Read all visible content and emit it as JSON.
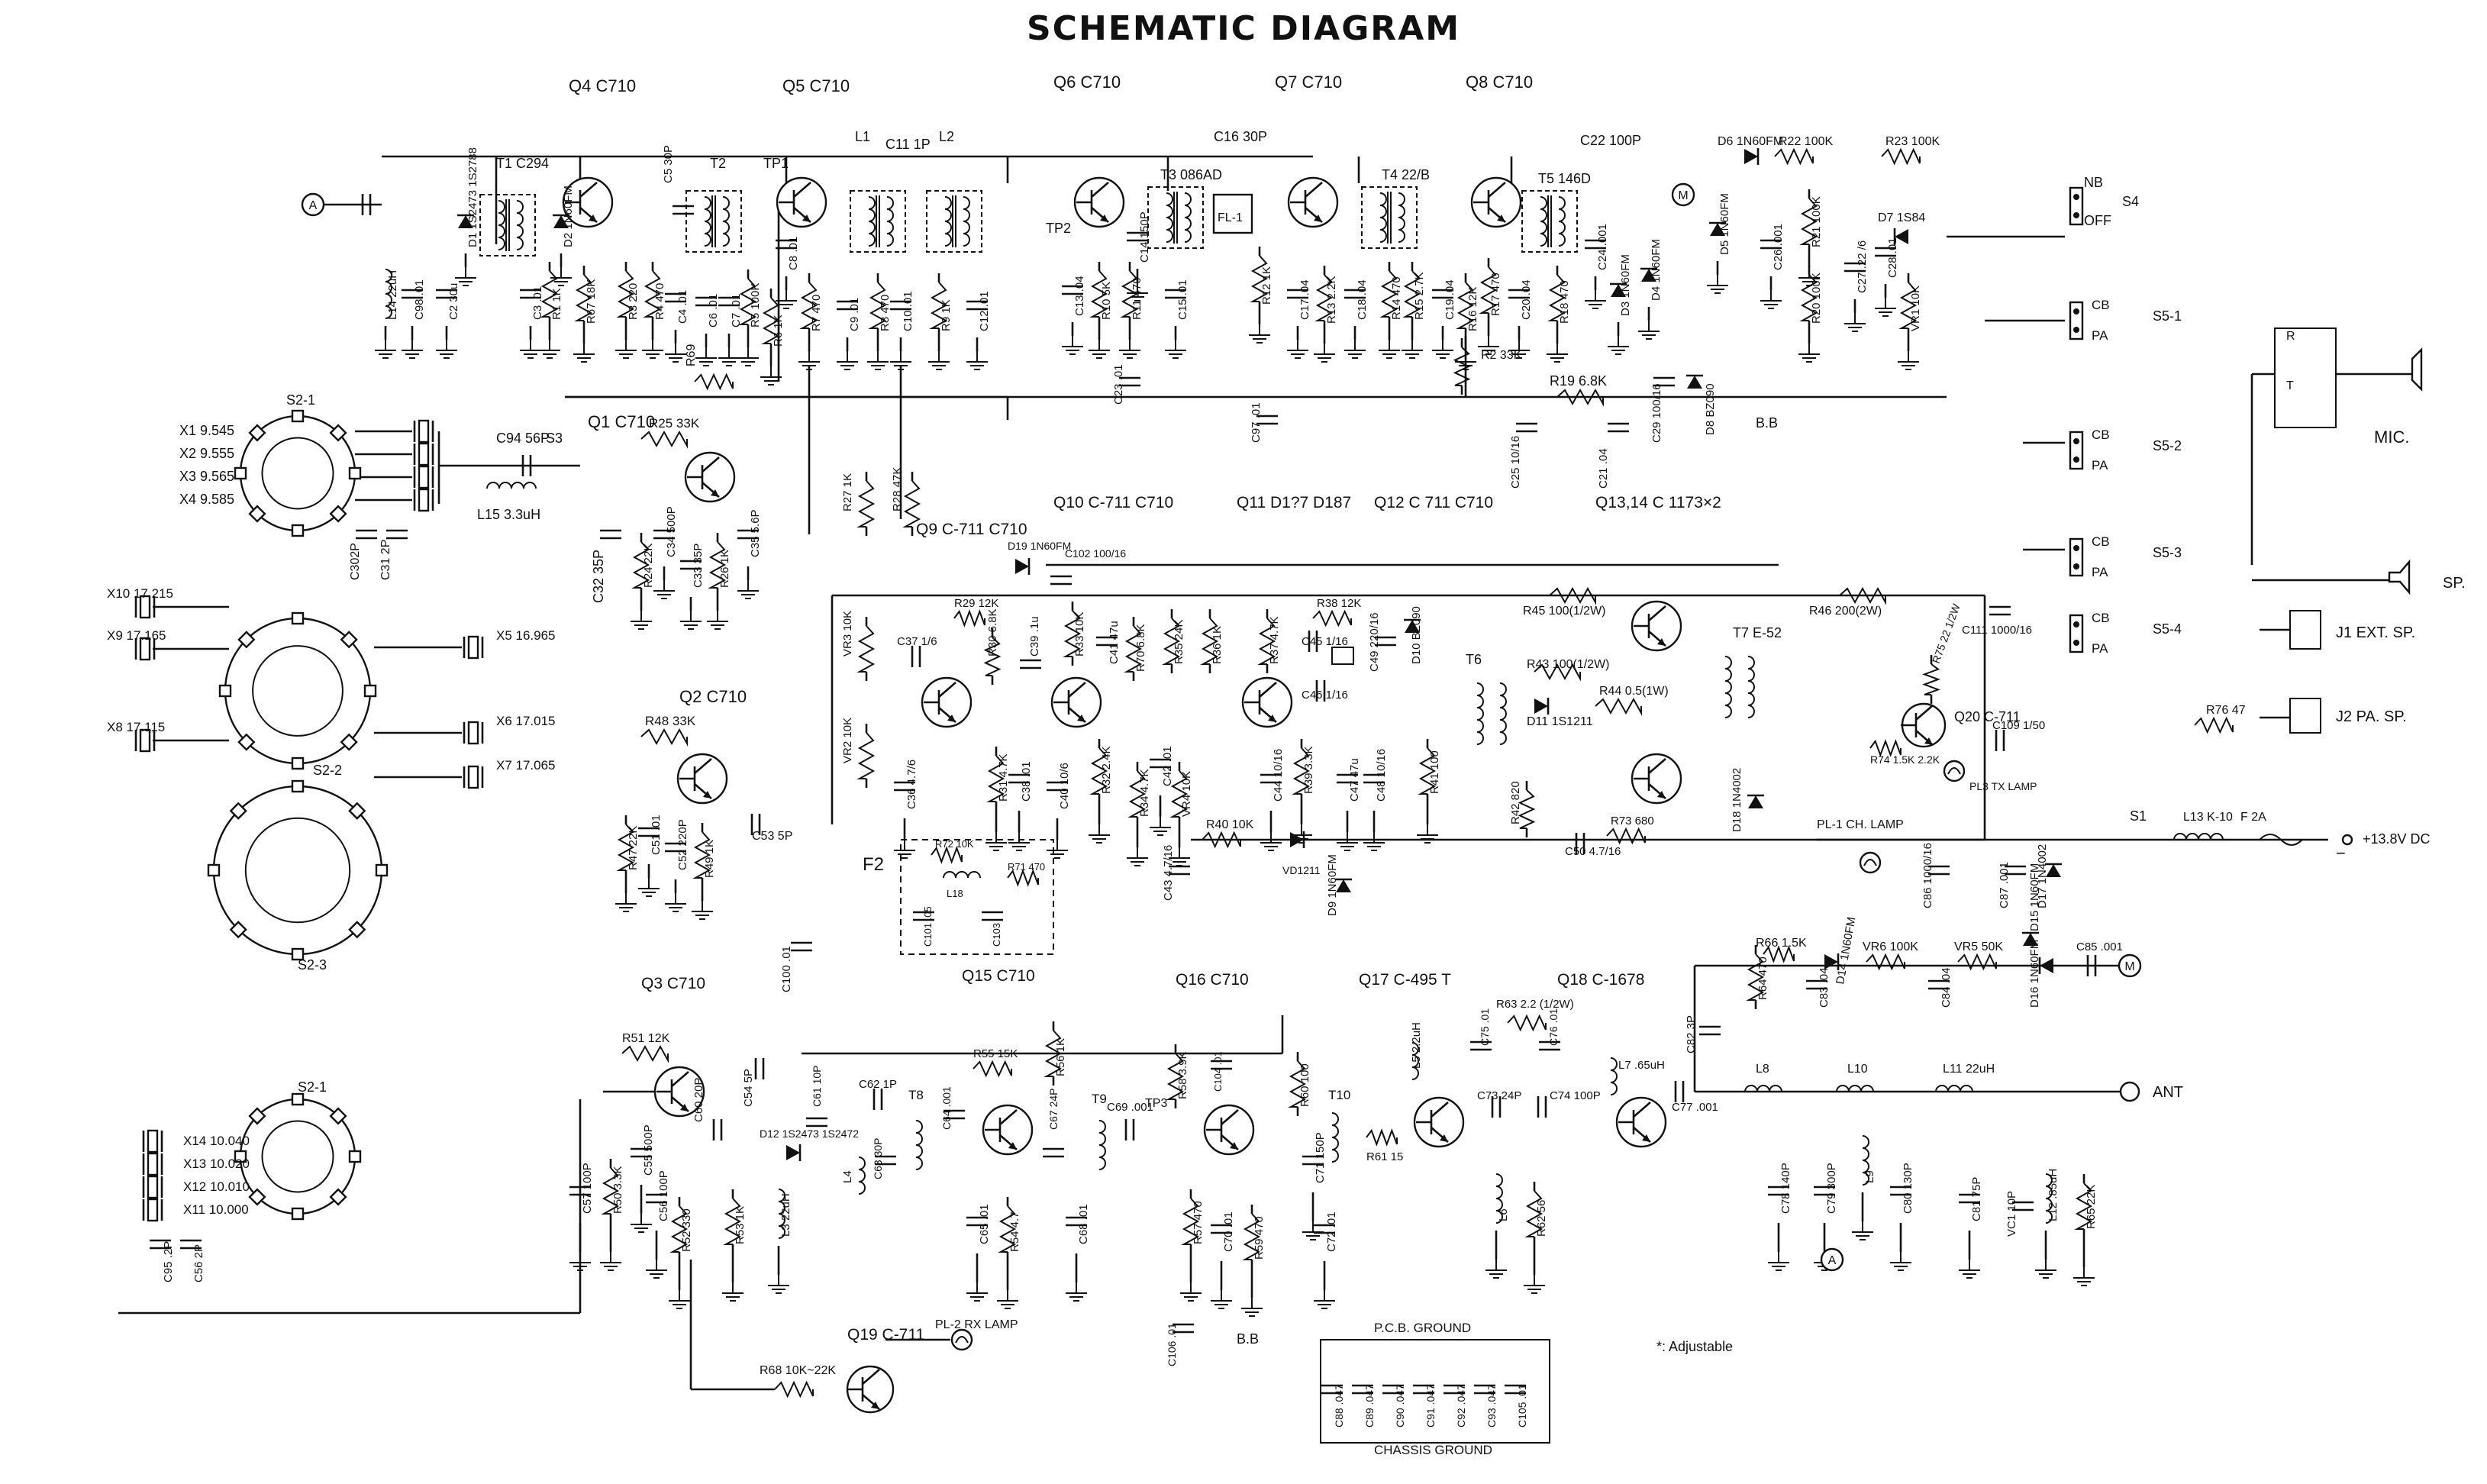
{
  "title": "SCHEMATIC DIAGRAM",
  "transistors": [
    {
      "id": "q4",
      "label": "Q4 C710"
    },
    {
      "id": "q5",
      "label": "Q5 C710"
    },
    {
      "id": "q6",
      "label": "Q6 C710"
    },
    {
      "id": "q7",
      "label": "Q7 C710"
    },
    {
      "id": "q8",
      "label": "Q8 C710"
    },
    {
      "id": "q1",
      "label": "Q1 C710"
    },
    {
      "id": "q2",
      "label": "Q2 C710"
    },
    {
      "id": "q3",
      "label": "Q3 C710"
    },
    {
      "id": "q9",
      "label": "Q9 C-711 C710"
    },
    {
      "id": "q10",
      "label": "Q10 C-711 C710"
    },
    {
      "id": "q11",
      "label": "Q11 D1?7 D187"
    },
    {
      "id": "q12",
      "label": "Q12 C 711 C710"
    },
    {
      "id": "q1314",
      "label": "Q13,14 C 1173×2"
    },
    {
      "id": "q15",
      "label": "Q15 C710"
    },
    {
      "id": "q16",
      "label": "Q16 C710"
    },
    {
      "id": "q17",
      "label": "Q17 C-495 T"
    },
    {
      "id": "q18",
      "label": "Q18 C-1678"
    },
    {
      "id": "q19",
      "label": "Q19 C-711"
    },
    {
      "id": "q20",
      "label": "Q20 C-711"
    }
  ],
  "components": [
    {
      "id": "l14",
      "label": "L14 22uH"
    },
    {
      "id": "c98",
      "label": "C98 .01"
    },
    {
      "id": "c2",
      "label": "C2 30u"
    },
    {
      "id": "d1",
      "label": "D1 1S2473 1S2788"
    },
    {
      "id": "t1",
      "label": "T1 C294"
    },
    {
      "id": "d2",
      "label": "D2 1N60FM"
    },
    {
      "id": "c3",
      "label": "C3 .01"
    },
    {
      "id": "r1",
      "label": "R1 1K"
    },
    {
      "id": "r67",
      "label": "R67 18K"
    },
    {
      "id": "c5",
      "label": "C5 30P"
    },
    {
      "id": "r3",
      "label": "R3 220"
    },
    {
      "id": "r4",
      "label": "R4 470"
    },
    {
      "id": "c4",
      "label": "C4 .01"
    },
    {
      "id": "t2",
      "label": "T2"
    },
    {
      "id": "c6",
      "label": "C6 .01"
    },
    {
      "id": "c7",
      "label": "C7 .01"
    },
    {
      "id": "r5",
      "label": "R5 100K"
    },
    {
      "id": "tp1",
      "label": "TP1"
    },
    {
      "id": "c8",
      "label": "C8 .01"
    },
    {
      "id": "r6",
      "label": "R6 1K"
    },
    {
      "id": "r7",
      "label": "R7 470"
    },
    {
      "id": "l1",
      "label": "L1"
    },
    {
      "id": "c11",
      "label": "C11 1P"
    },
    {
      "id": "l2",
      "label": "L2"
    },
    {
      "id": "c9",
      "label": "C9 .01"
    },
    {
      "id": "r8",
      "label": "R8 470"
    },
    {
      "id": "c10",
      "label": "C10 .01"
    },
    {
      "id": "r9",
      "label": "R9 1K"
    },
    {
      "id": "c12",
      "label": "C12 .01"
    },
    {
      "id": "tp2",
      "label": "TP2"
    },
    {
      "id": "c13",
      "label": "C13 .04"
    },
    {
      "id": "r10",
      "label": "R10 5K"
    },
    {
      "id": "c14",
      "label": "C14 150P"
    },
    {
      "id": "r11",
      "label": "R11 470"
    },
    {
      "id": "t3",
      "label": "T3 086AD"
    },
    {
      "id": "c15",
      "label": "C15 .01"
    },
    {
      "id": "c16",
      "label": "C16 30P"
    },
    {
      "id": "fl1",
      "label": "FL-1"
    },
    {
      "id": "r12",
      "label": "R12 1K"
    },
    {
      "id": "c17",
      "label": "C17 .04"
    },
    {
      "id": "r13",
      "label": "R13 2.2K"
    },
    {
      "id": "c18",
      "label": "C18 .04"
    },
    {
      "id": "t4",
      "label": "T4 22/B"
    },
    {
      "id": "r14",
      "label": "R14 470"
    },
    {
      "id": "r15",
      "label": "R15 2.7K"
    },
    {
      "id": "c19",
      "label": "C19 .04"
    },
    {
      "id": "r16",
      "label": "R16 12K"
    },
    {
      "id": "r17",
      "label": "R17 470"
    },
    {
      "id": "c20",
      "label": "C20 .04"
    },
    {
      "id": "t5",
      "label": "T5 146D"
    },
    {
      "id": "r18",
      "label": "R18 470"
    },
    {
      "id": "c22",
      "label": "C22 100P"
    },
    {
      "id": "c24",
      "label": "C24 .001"
    },
    {
      "id": "d3",
      "label": "D3 1N60FM"
    },
    {
      "id": "d4",
      "label": "D4 1N60FM"
    },
    {
      "id": "d6",
      "label": "D6 1N60FM"
    },
    {
      "id": "d5",
      "label": "D5 1N60FM"
    },
    {
      "id": "r22",
      "label": "R22 100K"
    },
    {
      "id": "r23",
      "label": "R23 100K"
    },
    {
      "id": "c26",
      "label": "C26 .001"
    },
    {
      "id": "r21",
      "label": "R21 100K"
    },
    {
      "id": "r20",
      "label": "R20 100K"
    },
    {
      "id": "d7",
      "label": "D7 1S84"
    },
    {
      "id": "c27",
      "label": "C27 .22 /6"
    },
    {
      "id": "c28",
      "label": "C28 .01"
    },
    {
      "id": "vr1",
      "label": "VR1 10K"
    },
    {
      "id": "r69",
      "label": "R69"
    },
    {
      "id": "c97",
      "label": "C97 .01"
    },
    {
      "id": "c23",
      "label": "C23 .01"
    },
    {
      "id": "r2",
      "label": "R2 33K"
    },
    {
      "id": "r19",
      "label": "R19 6.8K"
    },
    {
      "id": "c25",
      "label": "C25 10/16"
    },
    {
      "id": "c21",
      "label": "C21 .04"
    },
    {
      "id": "c29",
      "label": "C29 100/16"
    },
    {
      "id": "d8",
      "label": "D8 BZ090"
    },
    {
      "id": "c94",
      "label": "C94 56P"
    },
    {
      "id": "s3",
      "label": "S3"
    },
    {
      "id": "l15",
      "label": "L15 3.3uH"
    },
    {
      "id": "r25",
      "label": "R25 33K"
    },
    {
      "id": "r24",
      "label": "R24 22K"
    },
    {
      "id": "c34",
      "label": "C34 500P"
    },
    {
      "id": "c33",
      "label": "C33 35P"
    },
    {
      "id": "r26",
      "label": "R26 1K"
    },
    {
      "id": "c35",
      "label": "C35 5.6P"
    },
    {
      "id": "c32",
      "label": "C32 35P"
    },
    {
      "id": "c302",
      "label": "C302P"
    },
    {
      "id": "c31",
      "label": "C31 2P"
    },
    {
      "id": "r27",
      "label": "R27 1K"
    },
    {
      "id": "r28",
      "label": "R28 47K"
    },
    {
      "id": "d19",
      "label": "D19 1N60FM"
    },
    {
      "id": "c102",
      "label": "C102 100/16"
    },
    {
      "id": "r29",
      "label": "R29 12K"
    },
    {
      "id": "r30",
      "label": "R30 6.8K"
    },
    {
      "id": "c37",
      "label": "C37 1/6"
    },
    {
      "id": "c39",
      "label": "C39 .1u"
    },
    {
      "id": "vr3",
      "label": "VR3 10K"
    },
    {
      "id": "r33",
      "label": "R33 10K"
    },
    {
      "id": "c41",
      "label": "C41 47u"
    },
    {
      "id": "r70",
      "label": "R70 6.8K"
    },
    {
      "id": "r35",
      "label": "R35 24K"
    },
    {
      "id": "r36",
      "label": "R36 1K"
    },
    {
      "id": "r37",
      "label": "R37 4.7K"
    },
    {
      "id": "r38",
      "label": "R38 12K"
    },
    {
      "id": "c45",
      "label": "C45 1/16"
    },
    {
      "id": "c49",
      "label": "C49 220/16"
    },
    {
      "id": "d10",
      "label": "D10 BZ090"
    },
    {
      "id": "r45",
      "label": "R45 100(1/2W)"
    },
    {
      "id": "r46",
      "label": "R46 200(2W)"
    },
    {
      "id": "t6",
      "label": "T6"
    },
    {
      "id": "t7",
      "label": "T7 E-52"
    },
    {
      "id": "c46",
      "label": "C46 1/16"
    },
    {
      "id": "r43",
      "label": "R43 100(1/2W)"
    },
    {
      "id": "d11",
      "label": "D11 1S1211"
    },
    {
      "id": "r44",
      "label": "R44 0.5(1W)"
    },
    {
      "id": "c111",
      "label": "C111 1000/16"
    },
    {
      "id": "vr2",
      "label": "VR2 10K"
    },
    {
      "id": "c36",
      "label": "C36 4.7/6"
    },
    {
      "id": "r31",
      "label": "R31 4.7K"
    },
    {
      "id": "c38",
      "label": "C38 .01"
    },
    {
      "id": "c40",
      "label": "C40 10/6"
    },
    {
      "id": "r32",
      "label": "R32 2.4K"
    },
    {
      "id": "c42",
      "label": "C42 .01"
    },
    {
      "id": "r34",
      "label": "R34 4.7K"
    },
    {
      "id": "vr4",
      "label": "VR4 10K"
    },
    {
      "id": "c44",
      "label": "C44 10/16"
    },
    {
      "id": "r39",
      "label": "R39 3.3K"
    },
    {
      "id": "c47",
      "label": "C47 47u"
    },
    {
      "id": "c48",
      "label": "C48 10/16"
    },
    {
      "id": "r41",
      "label": "R41 100"
    },
    {
      "id": "r42",
      "label": "R42 820"
    },
    {
      "id": "r40",
      "label": "R40 10K"
    },
    {
      "id": "c43",
      "label": "C43 4.7/16"
    },
    {
      "id": "vd1",
      "label": "VD1211"
    },
    {
      "id": "d9",
      "label": "D9 1N60FM"
    },
    {
      "id": "r73",
      "label": "R73 680"
    },
    {
      "id": "c50",
      "label": "C50 4.7/16"
    },
    {
      "id": "d18",
      "label": "D18 1N4002"
    },
    {
      "id": "r75",
      "label": "R75 22 1/2W"
    },
    {
      "id": "r74",
      "label": "R74 1.5K 2.2K"
    },
    {
      "id": "c109",
      "label": "C109 1/50"
    },
    {
      "id": "pl3",
      "label": "PL3 TX LAMP"
    },
    {
      "id": "r76",
      "label": "R76 47"
    },
    {
      "id": "pl1",
      "label": "PL-1 CH. LAMP"
    },
    {
      "id": "s1",
      "label": "S1"
    },
    {
      "id": "l13",
      "label": "L13 K-10"
    },
    {
      "id": "f",
      "label": "F 2A"
    },
    {
      "id": "c86",
      "label": "C86 1000/16"
    },
    {
      "id": "c87",
      "label": "C87 .001"
    },
    {
      "id": "d17",
      "label": "D17 1N4002"
    },
    {
      "id": "f2",
      "label": "F2"
    },
    {
      "id": "r72",
      "label": "R72 10K"
    },
    {
      "id": "r71",
      "label": "R71 470"
    },
    {
      "id": "l18",
      "label": "L18"
    },
    {
      "id": "c101",
      "label": "C101 .05"
    },
    {
      "id": "c103",
      "label": "C103"
    },
    {
      "id": "c100",
      "label": "C100 .01"
    },
    {
      "id": "x10",
      "label": "X10 17.215"
    },
    {
      "id": "x9",
      "label": "X9 17.165"
    },
    {
      "id": "x8",
      "label": "X8 17.115"
    },
    {
      "id": "x5",
      "label": "X5 16.965"
    },
    {
      "id": "x6",
      "label": "X6 17.015"
    },
    {
      "id": "x7",
      "label": "X7 17.065"
    },
    {
      "id": "r48",
      "label": "R48 33K"
    },
    {
      "id": "c51",
      "label": "C51 .01"
    },
    {
      "id": "c52",
      "label": "C52 220P"
    },
    {
      "id": "r49",
      "label": "R49 1K"
    },
    {
      "id": "c53",
      "label": "C53 5P"
    },
    {
      "id": "r47",
      "label": "R47 22K"
    },
    {
      "id": "r51",
      "label": "R51 12K"
    },
    {
      "id": "c54",
      "label": "C54 5P"
    },
    {
      "id": "c55",
      "label": "C55 500P"
    },
    {
      "id": "r50",
      "label": "R50 3.3K"
    },
    {
      "id": "c56",
      "label": "C56 100P"
    },
    {
      "id": "r52",
      "label": "R52 330"
    },
    {
      "id": "c60",
      "label": "C60 20P"
    },
    {
      "id": "d12",
      "label": "D12 1S2473 1S2472"
    },
    {
      "id": "c61",
      "label": "C61 10P"
    },
    {
      "id": "r53",
      "label": "R53 1K"
    },
    {
      "id": "l3",
      "label": "L3 22uH"
    },
    {
      "id": "c57",
      "label": "C57 100P"
    },
    {
      "id": "c62",
      "label": "C62 1P"
    },
    {
      "id": "t8",
      "label": "T8"
    },
    {
      "id": "l4",
      "label": "L4"
    },
    {
      "id": "c63",
      "label": "C63 30P"
    },
    {
      "id": "c64",
      "label": "C64 .001"
    },
    {
      "id": "r55",
      "label": "R55 15K"
    },
    {
      "id": "r56",
      "label": "R56 1K"
    },
    {
      "id": "c65",
      "label": "C65 .01"
    },
    {
      "id": "r54",
      "label": "R54 4.7"
    },
    {
      "id": "c67",
      "label": "C67 24P"
    },
    {
      "id": "t9",
      "label": "T9"
    },
    {
      "id": "c68",
      "label": "C68 .01"
    },
    {
      "id": "tp3",
      "label": "TP3"
    },
    {
      "id": "c69",
      "label": "C69 .001"
    },
    {
      "id": "r58",
      "label": "R58 3.9K"
    },
    {
      "id": "c104",
      "label": "C104 .01"
    },
    {
      "id": "r57",
      "label": "R57 470"
    },
    {
      "id": "c70",
      "label": "C70 .01"
    },
    {
      "id": "r59",
      "label": "R59 470"
    },
    {
      "id": "r60",
      "label": "R60 100"
    },
    {
      "id": "t10",
      "label": "T10"
    },
    {
      "id": "c71",
      "label": "C71 150P"
    },
    {
      "id": "c72",
      "label": "C72 .01"
    },
    {
      "id": "r61",
      "label": "R61 15"
    },
    {
      "id": "l5",
      "label": "L5 2.2uH"
    },
    {
      "id": "c75",
      "label": "C75 .01"
    },
    {
      "id": "r63",
      "label": "R63 2.2 (1/2W)"
    },
    {
      "id": "c76",
      "label": "C76 .01"
    },
    {
      "id": "c73",
      "label": "C73 24P"
    },
    {
      "id": "c74",
      "label": "C74 100P"
    },
    {
      "id": "l6",
      "label": "L6"
    },
    {
      "id": "r62",
      "label": "R62 56"
    },
    {
      "id": "l7",
      "label": "L7 .65uH"
    },
    {
      "id": "c77",
      "label": "C77 .001"
    },
    {
      "id": "c82",
      "label": "C82 3P"
    },
    {
      "id": "r64",
      "label": "R64 470"
    },
    {
      "id": "r66",
      "label": "R66 1.5K"
    },
    {
      "id": "d14",
      "label": "D14 1N60FM"
    },
    {
      "id": "c83",
      "label": "C83 .04"
    },
    {
      "id": "vr6",
      "label": "VR6 100K"
    },
    {
      "id": "vr5",
      "label": "VR5 50K"
    },
    {
      "id": "c84",
      "label": "C84 .04"
    },
    {
      "id": "d15",
      "label": "D15 1N60FM"
    },
    {
      "id": "c85",
      "label": "C85 .001"
    },
    {
      "id": "d16",
      "label": "D16 1N60FM"
    },
    {
      "id": "l8",
      "label": "L8"
    },
    {
      "id": "l10",
      "label": "L10"
    },
    {
      "id": "l11",
      "label": "L11 22uH"
    },
    {
      "id": "c78",
      "label": "C78 140P"
    },
    {
      "id": "c79",
      "label": "C79 300P"
    },
    {
      "id": "l9",
      "label": "L9"
    },
    {
      "id": "c80",
      "label": "C80 130P"
    },
    {
      "id": "c81",
      "label": "C81 75P"
    },
    {
      "id": "vc1",
      "label": "VC1 10P"
    },
    {
      "id": "l12",
      "label": "L12 .85uH"
    },
    {
      "id": "r65",
      "label": "R65 22K"
    },
    {
      "id": "c106",
      "label": "C106 .01"
    },
    {
      "id": "r68",
      "label": "R68 10K~22K"
    },
    {
      "id": "pl2",
      "label": "PL-2 RX LAMP"
    },
    {
      "id": "c88",
      "label": "C88 .047"
    },
    {
      "id": "c89",
      "label": "C89 .047"
    },
    {
      "id": "c90",
      "label": "C90 .047"
    },
    {
      "id": "c91",
      "label": "C91 .047"
    },
    {
      "id": "c92",
      "label": "C92 .047"
    },
    {
      "id": "c93",
      "label": "C93 .047"
    },
    {
      "id": "c105",
      "label": "C105 .01"
    },
    {
      "id": "c95",
      "label": "C95 .2P"
    },
    {
      "id": "c56b",
      "label": "C56 2P"
    }
  ],
  "crystals_s21": [
    "X1 9.545",
    "X2 9.555",
    "X3 9.565",
    "X4 9.585"
  ],
  "crystals_s21b": [
    "X14 10.040",
    "X13 10.020",
    "X12 10.010",
    "X11 10.000"
  ],
  "switches": {
    "s21": "S2-1",
    "s22": "S2-2",
    "s23": "S2-3",
    "s21b": "S2-1",
    "s4": "S4",
    "s4_nb": "NB",
    "s4_off": "OFF",
    "s51": "S5-1",
    "s52": "S5-2",
    "s53": "S5-3",
    "s54": "S5-4",
    "cb": "CB",
    "pa": "PA"
  },
  "connectors": {
    "mic": "MIC.",
    "mic_r": "R",
    "mic_t": "T",
    "sp": "SP.",
    "j1": "J1 EXT. SP.",
    "j2": "J2 PA. SP.",
    "power": "+13.8V DC",
    "ant": "ANT",
    "pcb_ground": "P.C.B. GROUND",
    "chassis_ground": "CHASSIS GROUND",
    "adjustable_note": "*: Adjustable",
    "bb1": "B.B",
    "bb2": "B.B",
    "node_a1": "A",
    "node_a2": "A",
    "meter1": "M",
    "meter2": "M",
    "minus": "−"
  }
}
